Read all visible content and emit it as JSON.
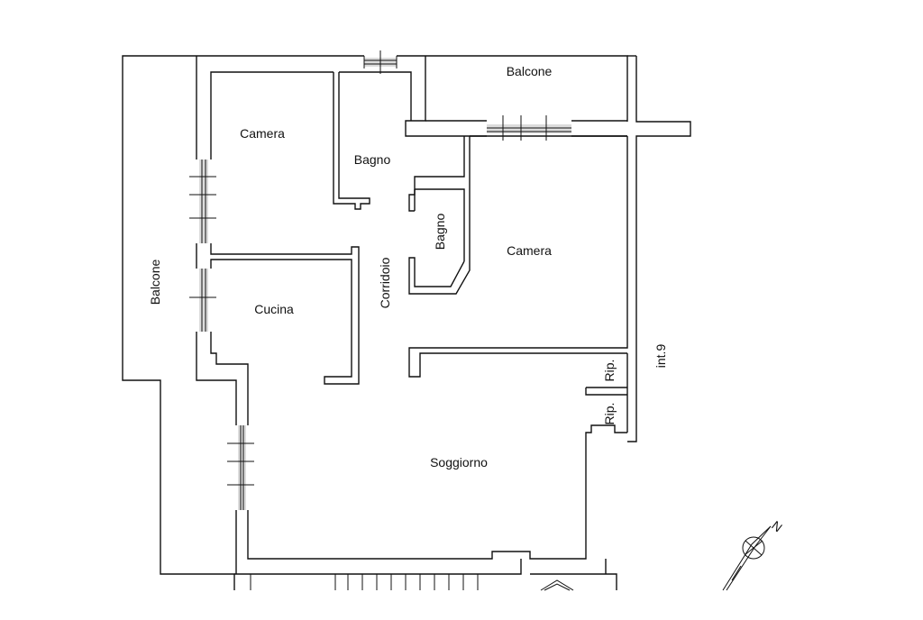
{
  "rooms": {
    "balcone_top": "Balcone",
    "camera_left": "Camera",
    "bagno_top": "Bagno",
    "bagno_small": "Bagno",
    "camera_right": "Camera",
    "cucina": "Cucina",
    "corridoio": "Corridoio",
    "balcone_left": "Balcone",
    "soggiorno": "Soggiorno",
    "rip_1": "Rip.",
    "rip_2": "Rip."
  },
  "unit_label": "int.9",
  "north_label": "N",
  "colors": {
    "line": "#111111",
    "background": "#ffffff"
  },
  "icons": {
    "north_arrow": "compass-north-icon"
  }
}
